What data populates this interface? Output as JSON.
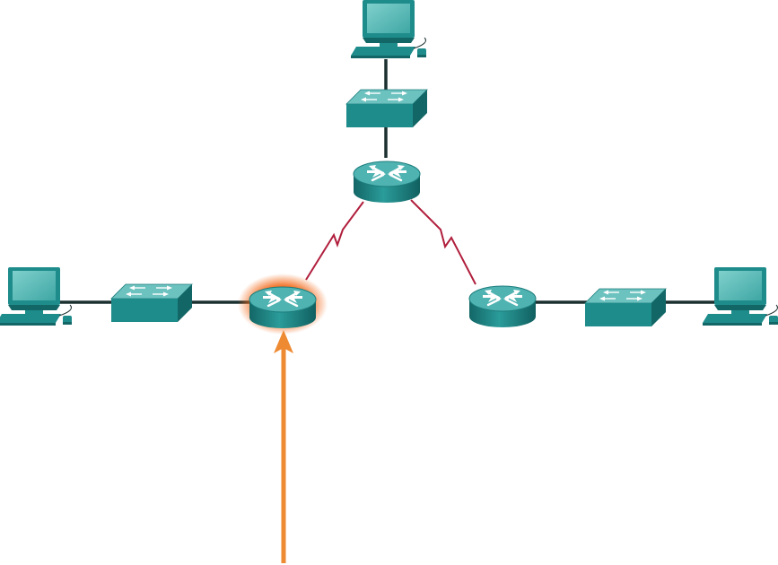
{
  "diagram": {
    "colors": {
      "background": "#ffffff",
      "device_teal": "#1f8c8c",
      "device_top": "#5dbdbc",
      "device_dark": "#136666",
      "ethernet_link": "#1c3030",
      "serial_link": "#b01e3c",
      "highlight": "#f26a1b",
      "arrow": "#ee8a32"
    },
    "devices": [
      {
        "id": "pc-top",
        "type": "pc"
      },
      {
        "id": "switch-top",
        "type": "switch"
      },
      {
        "id": "router-top",
        "type": "router"
      },
      {
        "id": "pc-left",
        "type": "pc"
      },
      {
        "id": "switch-left",
        "type": "switch"
      },
      {
        "id": "router-left",
        "type": "router",
        "highlighted": true
      },
      {
        "id": "router-right",
        "type": "router"
      },
      {
        "id": "switch-right",
        "type": "switch"
      },
      {
        "id": "pc-right",
        "type": "pc"
      }
    ],
    "links": [
      {
        "from": "pc-top",
        "to": "switch-top",
        "kind": "ethernet"
      },
      {
        "from": "switch-top",
        "to": "router-top",
        "kind": "ethernet"
      },
      {
        "from": "router-top",
        "to": "router-left",
        "kind": "serial"
      },
      {
        "from": "router-top",
        "to": "router-right",
        "kind": "serial"
      },
      {
        "from": "pc-left",
        "to": "switch-left",
        "kind": "ethernet"
      },
      {
        "from": "switch-left",
        "to": "router-left",
        "kind": "ethernet"
      },
      {
        "from": "router-right",
        "to": "switch-right",
        "kind": "ethernet"
      },
      {
        "from": "switch-right",
        "to": "pc-right",
        "kind": "ethernet"
      }
    ],
    "pointer": {
      "target": "router-left",
      "icon": "arrow-up-icon"
    }
  }
}
